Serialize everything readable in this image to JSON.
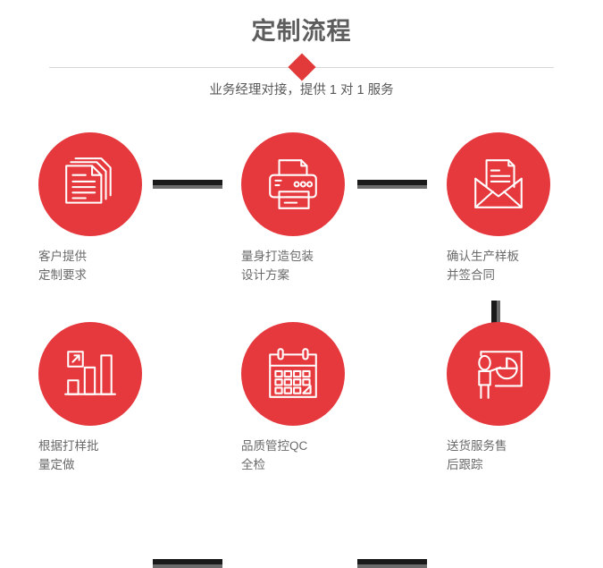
{
  "header": {
    "title": "定制流程",
    "subtitle": "业务经理对接，提供 1 对 1 服务",
    "divider_icon": "diamond-marker",
    "accent_color": "#e23a3a",
    "title_color": "#5d5d5d"
  },
  "flow": {
    "circle_color": "#e5393e",
    "connector_color": "#1a1a1a",
    "connector_shadow_color": "#6b6b6b",
    "rows": [
      {
        "steps": [
          {
            "icon": "documents-stack-icon",
            "label": "客户提供\n定制要求"
          },
          {
            "icon": "printer-icon",
            "label": "量身打造包装\n设计方案"
          },
          {
            "icon": "envelope-letter-icon",
            "label": "确认生产样板\n并签合同"
          }
        ]
      },
      {
        "steps": [
          {
            "icon": "bar-chart-growth-icon",
            "label": "根据打样批\n量定做"
          },
          {
            "icon": "calendar-icon",
            "label": "品质管控QC\n全检"
          },
          {
            "icon": "presenter-pie-chart-icon",
            "label": "送货服务售\n后跟踪"
          }
        ]
      }
    ]
  }
}
